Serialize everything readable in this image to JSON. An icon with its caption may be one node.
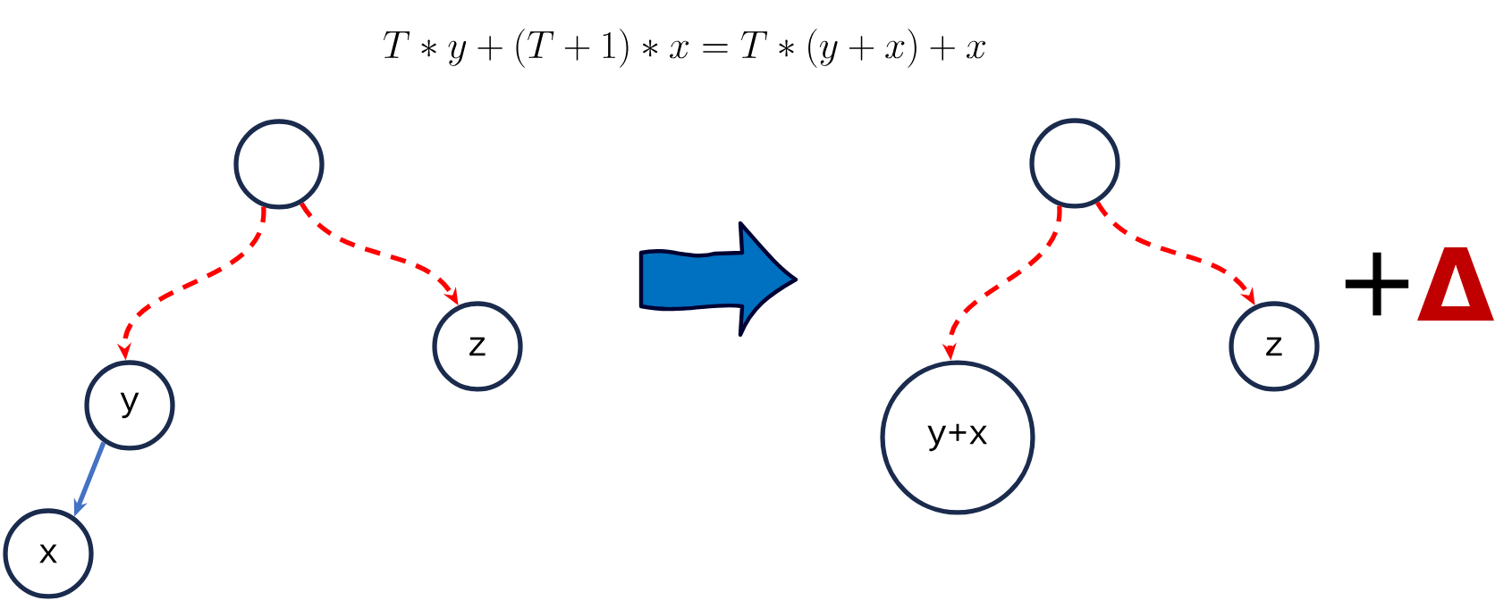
{
  "diagram": {
    "title": "T*y + (T+1)*x = T*(y+x) + x",
    "nodes": [
      {
        "text": [],
        "shape": "circle"
      },
      {
        "text": [
          "y"
        ]
      },
      {
        "text": [
          "x"
        ]
      },
      {
        "text": [
          "z"
        ]
      },
      {
        "text": [],
        "shape": "circle"
      },
      {
        "text": [
          "y+x"
        ]
      },
      {
        "text": [
          "z"
        ]
      }
    ],
    "edges": [
      {
        "from": 0,
        "to": 1,
        "arrow": "to",
        "style": "dashed"
      },
      {
        "from": 0,
        "to": 3,
        "arrow": "to",
        "style": "dashed"
      },
      {
        "from": 1,
        "to": 2,
        "arrow": "to",
        "color": "#4472c4"
      },
      {
        "from": 4,
        "to": 5,
        "arrow": "to",
        "style": "dashed"
      },
      {
        "from": 4,
        "to": 6,
        "arrow": "to",
        "style": "dashed"
      }
    ],
    "labels": [
      "+",
      "Δ"
    ]
  }
}
